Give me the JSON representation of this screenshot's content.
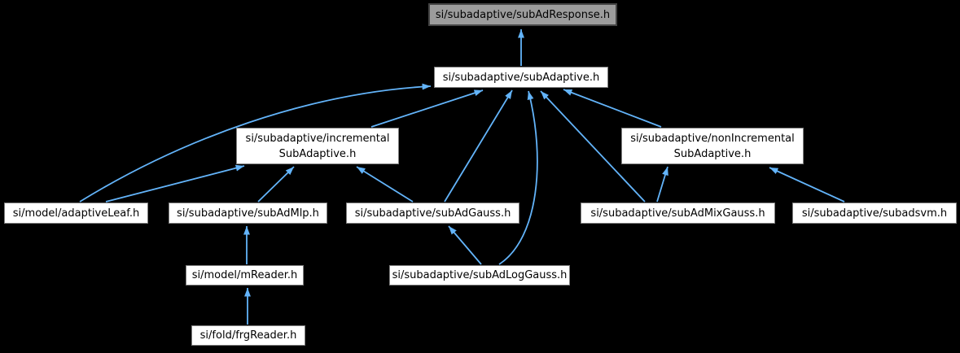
{
  "diagram": {
    "type": "include-dependency-graph",
    "colors": {
      "background": "#000000",
      "arrow": "#63b4fa",
      "node_fill": "#ffffff",
      "node_border": "#7f7f7f",
      "node_text": "#000000",
      "highlight_fill": "#9c9c9c",
      "highlight_border": "#454545"
    },
    "nodes": [
      {
        "id": "subAdResponse",
        "label": "si/subadaptive/subAdResponse.h",
        "highlight": true
      },
      {
        "id": "subAdaptive",
        "label": "si/subadaptive/subAdaptive.h",
        "highlight": false
      },
      {
        "id": "incrementalSubAdaptive",
        "label": "si/subadaptive/incremental\nSubAdaptive.h",
        "highlight": false
      },
      {
        "id": "nonIncrementalSubAdaptive",
        "label": "si/subadaptive/nonIncremental\nSubAdaptive.h",
        "highlight": false
      },
      {
        "id": "adaptiveLeaf",
        "label": "si/model/adaptiveLeaf.h",
        "highlight": false
      },
      {
        "id": "subAdMlp",
        "label": "si/subadaptive/subAdMlp.h",
        "highlight": false
      },
      {
        "id": "subAdGauss",
        "label": "si/subadaptive/subAdGauss.h",
        "highlight": false
      },
      {
        "id": "subAdMixGauss",
        "label": "si/subadaptive/subAdMixGauss.h",
        "highlight": false
      },
      {
        "id": "subadsvm",
        "label": "si/subadaptive/subadsvm.h",
        "highlight": false
      },
      {
        "id": "mReader",
        "label": "si/model/mReader.h",
        "highlight": false
      },
      {
        "id": "subAdLogGauss",
        "label": "si/subadaptive/subAdLogGauss.h",
        "highlight": false
      },
      {
        "id": "frgReader",
        "label": "si/fold/frgReader.h",
        "highlight": false
      }
    ],
    "edges": [
      {
        "from": "subAdaptive",
        "to": "subAdResponse"
      },
      {
        "from": "adaptiveLeaf",
        "to": "subAdaptive"
      },
      {
        "from": "adaptiveLeaf",
        "to": "incrementalSubAdaptive"
      },
      {
        "from": "subAdMlp",
        "to": "incrementalSubAdaptive"
      },
      {
        "from": "subAdGauss",
        "to": "incrementalSubAdaptive"
      },
      {
        "from": "incrementalSubAdaptive",
        "to": "subAdaptive"
      },
      {
        "from": "subAdGauss",
        "to": "subAdaptive"
      },
      {
        "from": "subAdLogGauss",
        "to": "subAdaptive"
      },
      {
        "from": "subAdMixGauss",
        "to": "subAdaptive"
      },
      {
        "from": "nonIncrementalSubAdaptive",
        "to": "subAdaptive"
      },
      {
        "from": "subAdMixGauss",
        "to": "nonIncrementalSubAdaptive"
      },
      {
        "from": "subadsvm",
        "to": "nonIncrementalSubAdaptive"
      },
      {
        "from": "subAdLogGauss",
        "to": "subAdGauss"
      },
      {
        "from": "mReader",
        "to": "subAdMlp"
      },
      {
        "from": "frgReader",
        "to": "mReader"
      }
    ]
  }
}
